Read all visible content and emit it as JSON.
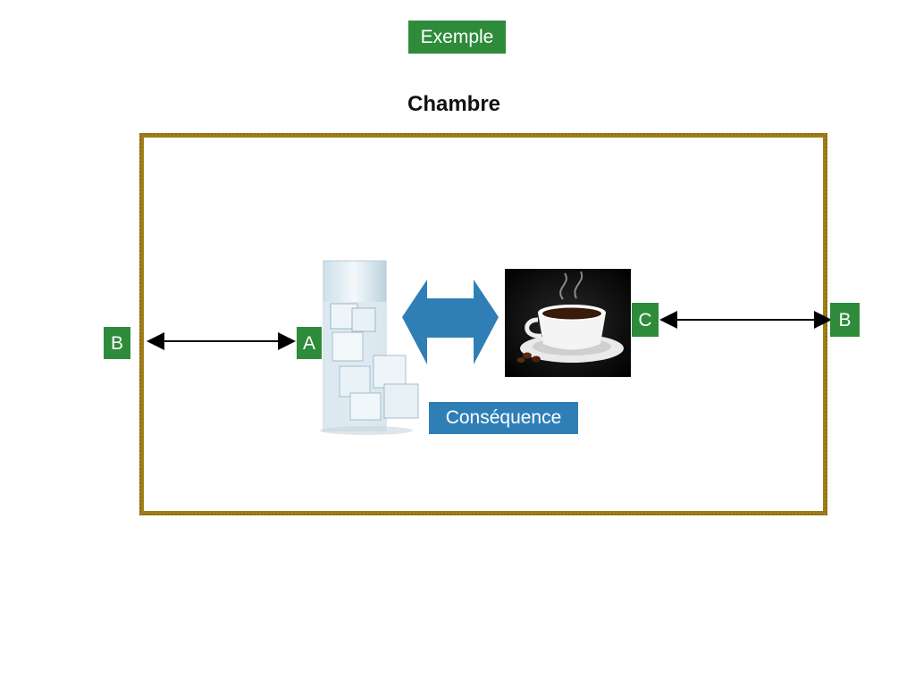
{
  "header": {
    "badge": "Exemple",
    "title": "Chambre"
  },
  "labels": {
    "b_left": "B",
    "a": "A",
    "c": "C",
    "b_right": "B"
  },
  "consequence_label": "Conséquence",
  "images": {
    "left": "glass-of-ice-water",
    "right": "hot-coffee-cup"
  },
  "colors": {
    "tag_green": "#2e8b3a",
    "frame_brown": "#a07d1a",
    "arrow_blue": "#2f7fb6"
  }
}
